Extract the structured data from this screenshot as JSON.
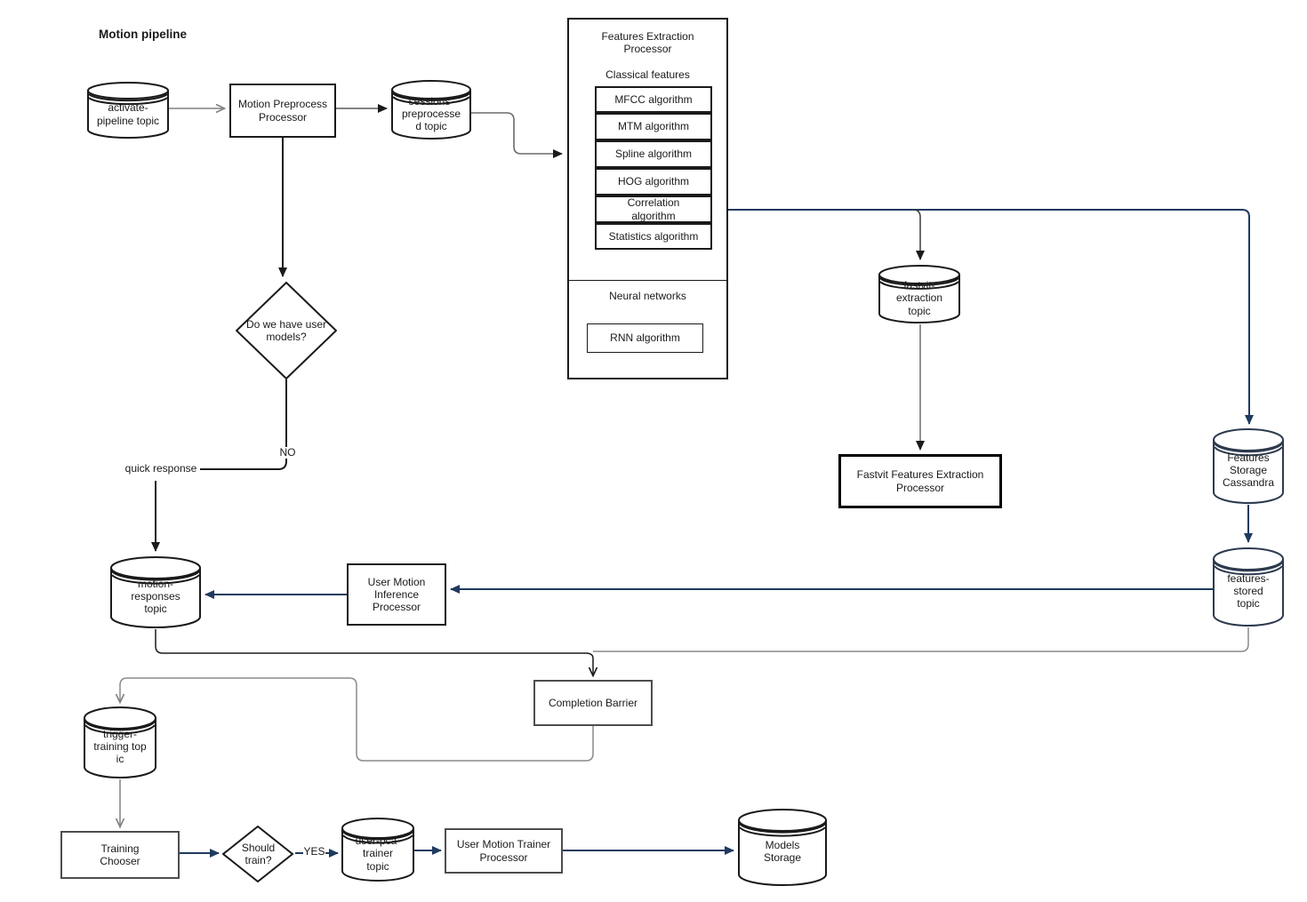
{
  "title": "Motion pipeline",
  "colors": {
    "edge_gray": "#808080",
    "edge_dark": "#1a1a1a",
    "edge_navy": "#1f3a5f",
    "node_border": "#1a1a1a",
    "background": "#ffffff"
  },
  "nodes": {
    "activate_pipeline_topic": {
      "label": "activate-\npipeline topic",
      "shape": "cylinder"
    },
    "motion_preprocess_processor": {
      "label": "Motion Preprocess\nProcessor",
      "shape": "box"
    },
    "sessions_preprocessed_topic": {
      "label": "sessions-\npreprocesse\nd topic",
      "shape": "cylinder"
    },
    "features_processor": {
      "title": "Features Extraction\nProcessor",
      "classical_heading": "Classical features",
      "algorithms": [
        "MFCC algorithm",
        "MTM algorithm",
        "Spline algorithm",
        "HOG algorithm",
        "Correlation\nalgorithm",
        "Statistics algorithm"
      ],
      "neural_heading": "Neural networks",
      "rnn": "RNN algorithm"
    },
    "user_models_decision": {
      "label": "Do we have user\nmodels?",
      "shape": "diamond"
    },
    "fastvit_extraction_topic": {
      "label": "fastvit-\nextraction\ntopic",
      "shape": "cylinder"
    },
    "fastvit_features_extraction_processor": {
      "label": "Fastvit Features Extraction\nProcessor",
      "shape": "box"
    },
    "features_storage_cassandra": {
      "label": "Features\nStorage\nCassandra",
      "shape": "cylinder"
    },
    "features_stored_topic": {
      "label": "features-\nstored\ntopic",
      "shape": "cylinder"
    },
    "motion_responses_topic": {
      "label": "motion-\nresponses\ntopic",
      "shape": "cylinder"
    },
    "user_motion_inference_processor": {
      "label": "User Motion\nInference\nProcessor",
      "shape": "box"
    },
    "completion_barrier": {
      "label": "Completion Barrier",
      "shape": "box"
    },
    "trigger_training_topic": {
      "label": "trigger-\ntraining top\nic",
      "shape": "cylinder"
    },
    "training_chooser": {
      "label": "Training\nChooser",
      "shape": "box"
    },
    "should_train_decision": {
      "label": "Should\ntrain?",
      "shape": "diamond"
    },
    "user_pca_trainer_topic": {
      "label": "user-pca-\ntrainer\ntopic",
      "shape": "cylinder"
    },
    "user_motion_trainer_processor": {
      "label": "User Motion Trainer\nProcessor",
      "shape": "box"
    },
    "models_storage": {
      "label": "Models\nStorage",
      "shape": "cylinder"
    }
  },
  "edge_labels": {
    "no": "NO",
    "yes": "YES",
    "quick_response": "quick response"
  }
}
